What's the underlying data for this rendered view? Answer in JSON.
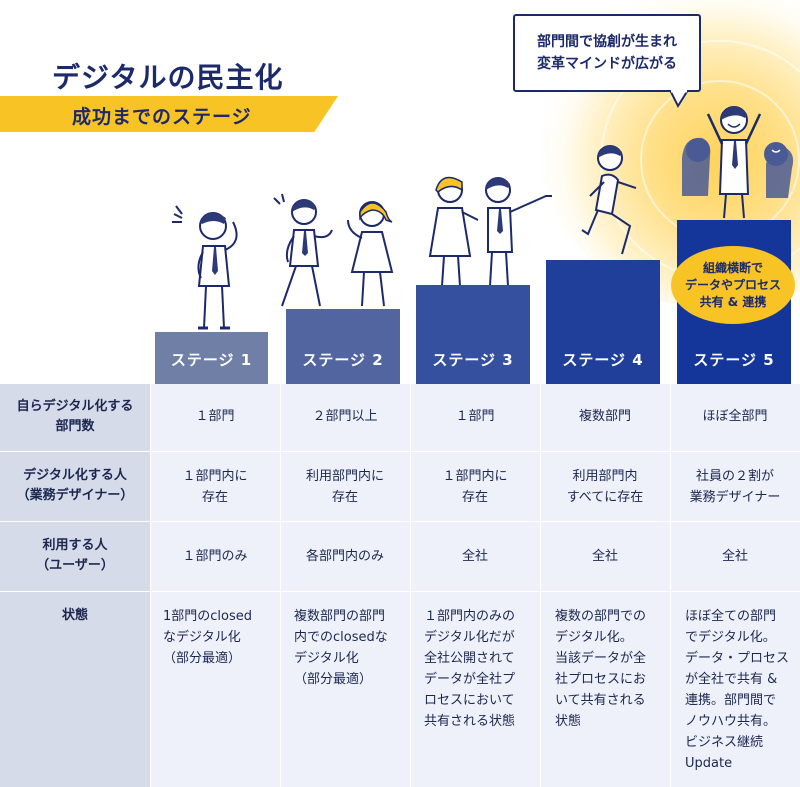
{
  "title": "デジタルの民主化",
  "subtitle": "成功までのステージ",
  "speech_bubble": [
    "部門間で協創が生まれ",
    "変革マインドが広がる"
  ],
  "stage5_badge": [
    "組織横断で",
    "データやプロセス",
    "共有 & 連携"
  ],
  "stages": [
    "ステージ 1",
    "ステージ 2",
    "ステージ 3",
    "ステージ 4",
    "ステージ 5"
  ],
  "colors": {
    "navy_text": "#1c2a6b",
    "yellow": "#f7c325",
    "stage1": "#6f7fa6",
    "stage2": "#5365a0",
    "stage3": "#34509e",
    "stage4": "#1f3f9b",
    "stage5": "#14359a",
    "row_header_bg": "#d5dbe8",
    "cell_bg": "#eef1fa"
  },
  "table": {
    "rows": [
      {
        "header": [
          "自らデジタル化する",
          "部門数"
        ],
        "cells": [
          [
            "１部門"
          ],
          [
            "２部門以上"
          ],
          [
            "１部門"
          ],
          [
            "複数部門"
          ],
          [
            "ほぼ全部門"
          ]
        ]
      },
      {
        "header": [
          "デジタル化する人",
          "（業務デザイナー）"
        ],
        "cells": [
          [
            "１部門内に",
            "存在"
          ],
          [
            "利用部門内に",
            "存在"
          ],
          [
            "１部門内に",
            "存在"
          ],
          [
            "利用部門内",
            "すべてに存在"
          ],
          [
            "社員の２割が",
            "業務デザイナー"
          ]
        ]
      },
      {
        "header": [
          "利用する人",
          "（ユーザー）"
        ],
        "cells": [
          [
            "１部門のみ"
          ],
          [
            "各部門内のみ"
          ],
          [
            "全社"
          ],
          [
            "全社"
          ],
          [
            "全社"
          ]
        ]
      },
      {
        "header": [
          "状態"
        ],
        "cells": [
          [
            "1部門のclosed",
            "なデジタル化",
            "（部分最適）"
          ],
          [
            "複数部門の部門",
            "内でのclosedな",
            "デジタル化",
            "（部分最適）"
          ],
          [
            "１部門内のみの",
            "デジタル化だが",
            "全社公開されて",
            "データが全社プ",
            "ロセスにおいて",
            "共有される状態"
          ],
          [
            "複数の部門での",
            "デジタル化。",
            "当該データが全",
            "社プロセスにお",
            "いて共有される",
            "状態"
          ],
          [
            "ほぼ全ての部門",
            "でデジタル化。",
            "データ・プロセス",
            "が全社で共有 &",
            "連携。部門間で",
            "ノウハウ共有。",
            "ビジネス継続",
            "Update"
          ]
        ]
      }
    ]
  }
}
